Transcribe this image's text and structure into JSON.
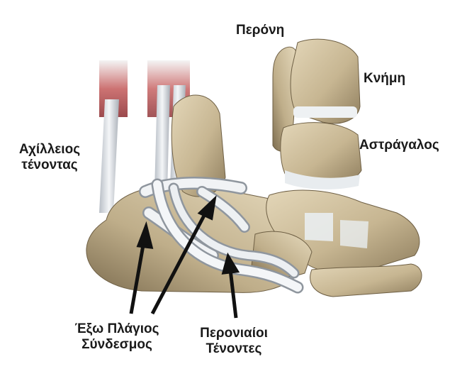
{
  "labels": {
    "fibula": "Περόνη",
    "tibia": "Κνήμη",
    "talus": "Αστράγαλος",
    "achilles_line1": "Αχίλλειος",
    "achilles_line2": "τένοντας",
    "lateral_ligament_line1": "Έξω Πλάγιος",
    "lateral_ligament_line2": "Σύνδεσμος",
    "peroneal_tendons_line1": "Περονιαίοι",
    "peroneal_tendons_line2": "Τένοντες"
  },
  "colors": {
    "bone": "#cbbb9a",
    "bone_shadow": "#8f7e5e",
    "ligament": "#e9edf0",
    "muscle": "#a8343a",
    "arrow": "#111111",
    "background": "#ffffff"
  }
}
